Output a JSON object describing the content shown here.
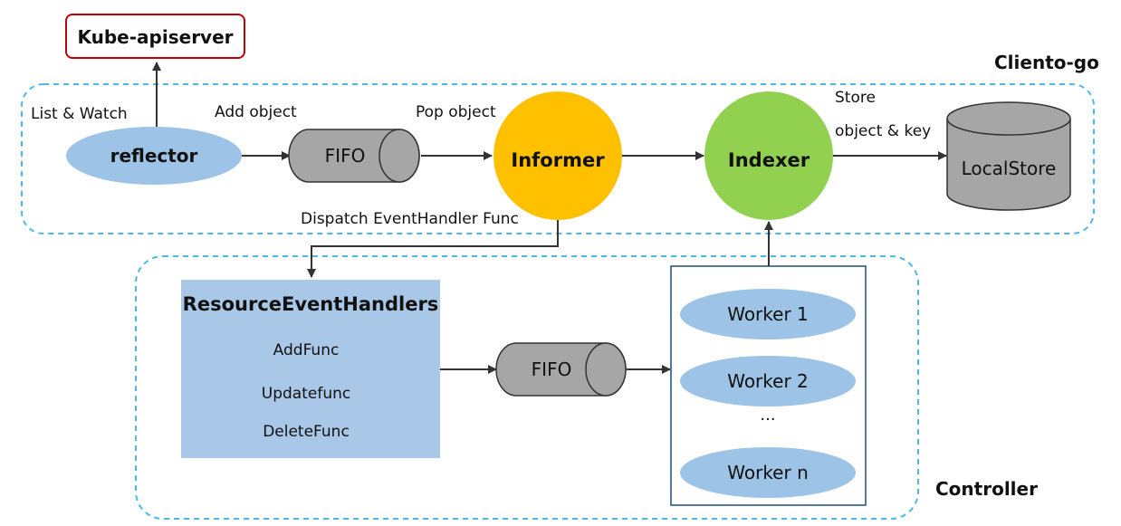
{
  "client_go": {
    "title": "Cliento-go",
    "kube_apiserver": "Kube-apiserver",
    "list_watch": "List & Watch",
    "reflector": "reflector",
    "add_object": "Add object",
    "fifo": "FIFO",
    "pop_object": "Pop object",
    "informer": "Informer",
    "indexer": "Indexer",
    "store_line1": "Store",
    "store_line2": "object & key",
    "local_store": "LocalStore",
    "dispatch": "Dispatch EventHandler Func"
  },
  "controller": {
    "title": "Controller",
    "handlers_title": "ResourceEventHandlers",
    "handlers": [
      "AddFunc",
      "Updatefunc",
      "DeleteFunc"
    ],
    "fifo": "FIFO",
    "workers": [
      "Worker 1",
      "Worker 2",
      "Worker n"
    ],
    "ellipsis": "..."
  },
  "colors": {
    "dashed_border": "#4db8e8",
    "reflector": "#9dc3e6",
    "informer": "#ffc000",
    "indexer": "#92d050",
    "cylinder": "#a6a6a6",
    "handlers_bg": "#a9c8e8",
    "worker": "#9dc3e6",
    "kube_border": "#c00000"
  }
}
